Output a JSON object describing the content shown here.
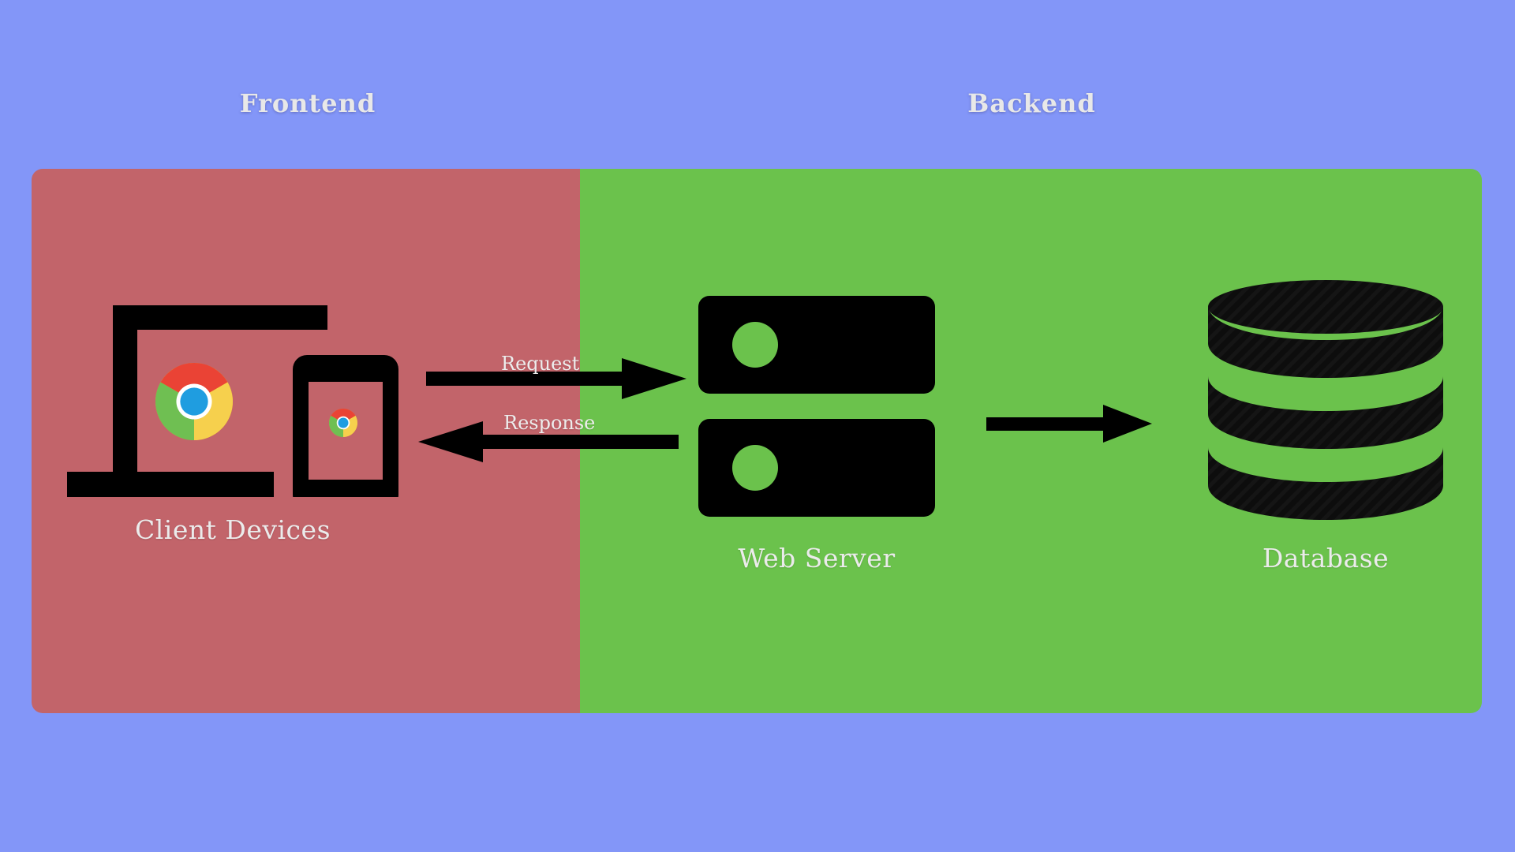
{
  "diagram": {
    "title_frontend": "Frontend",
    "title_backend": "Backend",
    "colors": {
      "background": "#8396F8",
      "frontend_panel": "#C2646A",
      "backend_panel": "#6BC24C",
      "icon": "#000000",
      "text": "#EBEBEB"
    }
  },
  "nodes": [
    {
      "id": "client-devices",
      "label": "Client Devices",
      "zone": "Frontend",
      "icons": [
        "laptop-icon",
        "chrome-logo-icon",
        "smartphone-icon",
        "chrome-logo-small-icon"
      ]
    },
    {
      "id": "web-server",
      "label": "Web Server",
      "zone": "Backend",
      "icons": [
        "server-rack-icon"
      ]
    },
    {
      "id": "database",
      "label": "Database",
      "zone": "Backend",
      "icons": [
        "database-cylinder-icon"
      ]
    }
  ],
  "arrows": [
    {
      "id": "request",
      "label": "Request",
      "from": "client-devices",
      "to": "web-server",
      "direction": "right"
    },
    {
      "id": "response",
      "label": "Response",
      "from": "web-server",
      "to": "client-devices",
      "direction": "left"
    },
    {
      "id": "db-write",
      "label": "",
      "from": "web-server",
      "to": "database",
      "direction": "right"
    }
  ]
}
